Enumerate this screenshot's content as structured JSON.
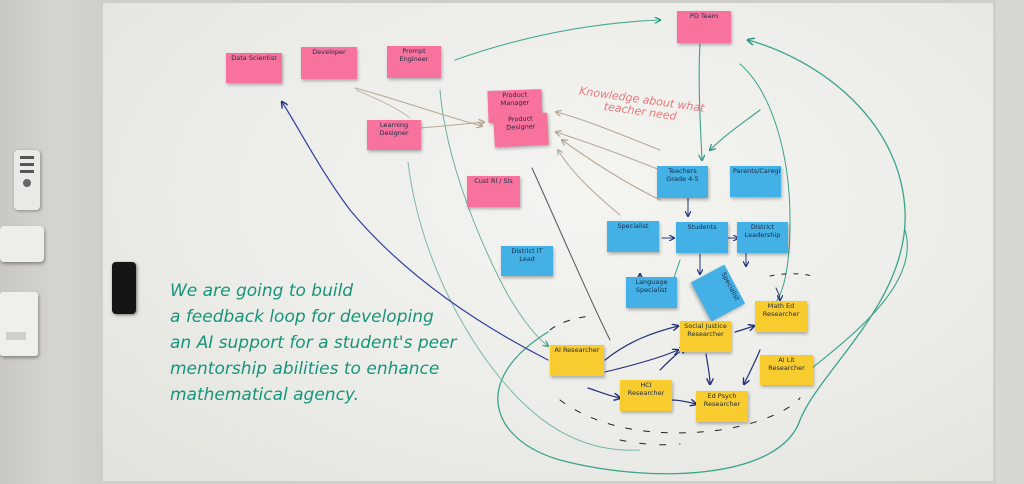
{
  "notes": {
    "data_scientist": "Data Scientist",
    "developer": "Developer",
    "prompt_engineer": "Prompt Engineer",
    "pd_team": "PD Team",
    "product_manager": "Product Manager",
    "product_designer": "Product Designer",
    "learning_designer": "Learning Designer",
    "cust_svc": "Cust Rl / Sls",
    "district_it_lead": "District IT Lead",
    "teachers": "Teachers Grade 4-5",
    "parents_caregivers": "Parents/Caregivers",
    "specialist": "Specialist",
    "students": "Students",
    "district_leadership": "District Leadership",
    "language_specialist": "Language Specialist",
    "rotated_blue": "Specialist",
    "ai_researcher": "AI Researcher",
    "social_justice_researcher": "Social Justice Researcher",
    "math_ed_researcher": "Math Ed Researcher",
    "hci_researcher": "HCI Researcher",
    "ed_psych_researcher": "Ed Psych Researcher",
    "ai_lit_researcher": "AI Lit Researcher"
  },
  "annotation": "Knowledge about what teacher need",
  "goal": {
    "line1": "We are going to build",
    "line2": "a feedback loop for developing",
    "line3": "an AI support for a student's peer",
    "line4": "mentorship abilities to enhance",
    "line5": "mathematical agency."
  },
  "colors": {
    "pink_note": "#f7729c",
    "blue_note": "#43b1e6",
    "yellow_note": "#f8cb2f",
    "green_marker": "#17957a",
    "navy_marker": "#24327a"
  }
}
